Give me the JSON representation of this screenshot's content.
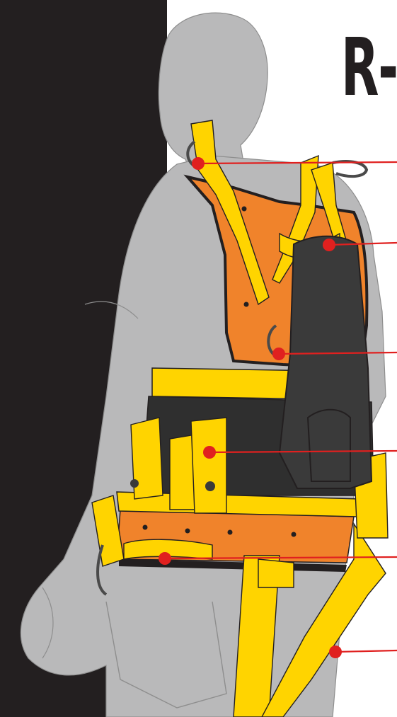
{
  "heading": {
    "text": "R-"
  },
  "colors": {
    "panel": "#231f20",
    "figure": "#b9b9ba",
    "harness_yellow": "#ffd400",
    "padding_orange": "#f0832b",
    "dark_gray": "#3a3a3a",
    "callout_red": "#e0201f"
  },
  "callouts": [
    {
      "id": "shoulder-d-ring"
    },
    {
      "id": "rear-lifting-handle"
    },
    {
      "id": "side-d-ring"
    },
    {
      "id": "tool-belt-pouch"
    },
    {
      "id": "hip-strap-loop"
    },
    {
      "id": "leg-strap"
    }
  ]
}
